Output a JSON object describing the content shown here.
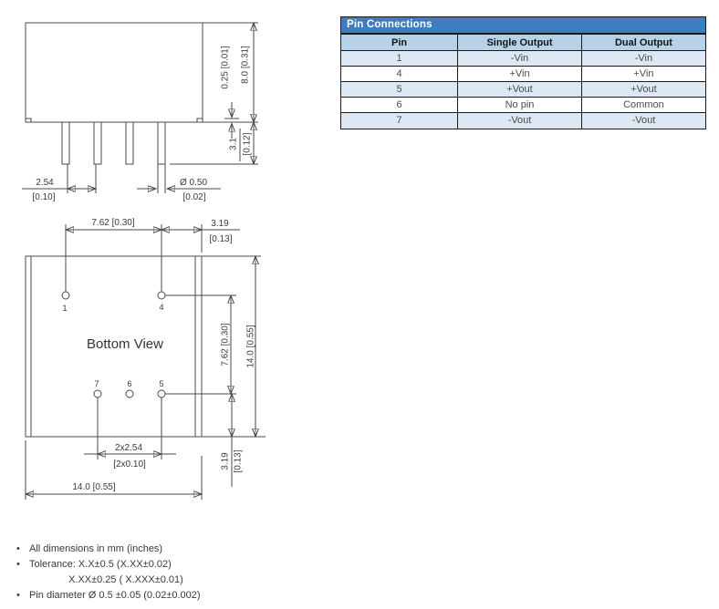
{
  "colors": {
    "table_title_bg": "#3E7DC0",
    "table_header_bg": "#B7D2E8",
    "table_row_alt_bg": "#DCE9F5",
    "drawing_line": "#4A4A4A",
    "text": "#3A3A3A"
  },
  "pin_table": {
    "title": "Pin Connections",
    "columns": [
      "Pin",
      "Single Output",
      "Dual Output"
    ],
    "rows": [
      [
        "1",
        "-Vin",
        "-Vin"
      ],
      [
        "4",
        "+Vin",
        "+Vin"
      ],
      [
        "5",
        "+Vout",
        "+Vout"
      ],
      [
        "6",
        "No pin",
        "Common"
      ],
      [
        "7",
        "-Vout",
        "-Vout"
      ]
    ]
  },
  "side_view": {
    "pin_pitch_mm": "2.54",
    "pin_pitch_in": "[0.10]",
    "pin_dia_mm": "Ø 0.50",
    "pin_dia_in": "[0.02]",
    "standoff": "0.25 [0.01]",
    "body_height": "8.0 [0.31]",
    "pin_length_mm": "3.1",
    "pin_length_in": "[0.12]"
  },
  "bottom_view": {
    "label": "Bottom View",
    "pin_labels": {
      "p1": "1",
      "p4": "4",
      "p7": "7",
      "p6": "6",
      "p5": "5"
    },
    "dim_top": "7.62 [0.30]",
    "dim_top_right_mm": "3.19",
    "dim_top_right_in": "[0.13]",
    "dim_right_inner": "7.62 [0.30]",
    "dim_right_outer": "14.0 [0.55]",
    "dim_bottom_pins_mm": "2x2.54",
    "dim_bottom_pins_in": "[2x0.10]",
    "dim_bottom_right_mm": "3.19",
    "dim_bottom_right_in": "[0.13]",
    "dim_bottom": "14.0 [0.55]"
  },
  "notes": {
    "note1": "All dimensions in mm (inches)",
    "note2a": "Tolerance: X.X±0.5 (X.XX±0.02)",
    "note2b": "X.XX±0.25 ( X.XXX±0.01)",
    "note3": "Pin diameter Ø 0.5 ±0.05 (0.02±0.002)",
    "bullet": "•"
  }
}
